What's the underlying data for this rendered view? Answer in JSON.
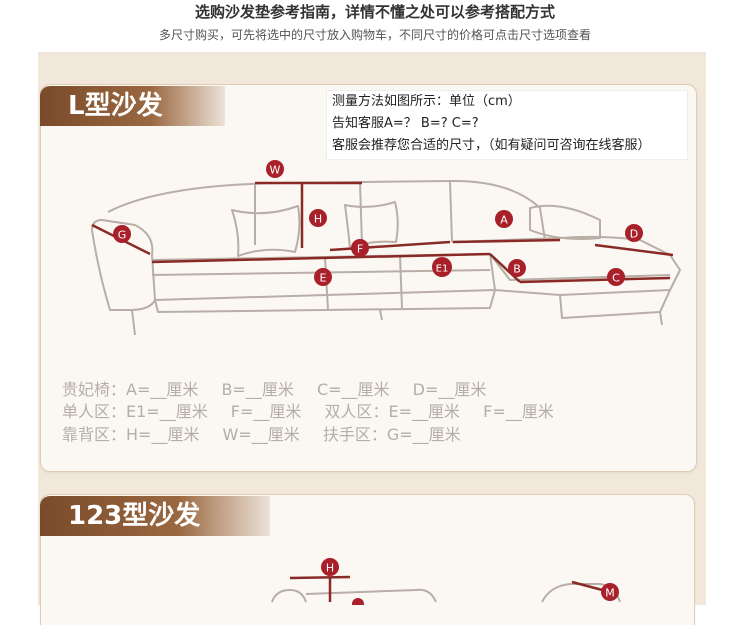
{
  "header": {
    "title": "选购沙发垫参考指南，详情不懂之处可以参考搭配方式",
    "subtitle": "多尺寸购买，可先将选中的尺寸放入购物车，不同尺寸的价格可点击尺寸选项查看"
  },
  "section_l": {
    "banner": "L型沙发",
    "instructions": [
      "测量方法如图所示：单位（cm）",
      "告知客服A=？ B=? C=?",
      "客服会推荐您合适的尺寸，（如有疑问可咨询在线客服）"
    ],
    "markers": [
      "W",
      "H",
      "G",
      "F",
      "E",
      "E1",
      "A",
      "B",
      "C",
      "D"
    ],
    "form_rows": [
      [
        "贵妃椅：A=__厘米",
        "B=__厘米",
        "C=__厘米",
        "D=__厘米"
      ],
      [
        "单人区：E1=__厘米",
        "F=__厘米",
        "双人区：E=__厘米",
        "F=__厘米"
      ],
      [
        "靠背区：H=__厘米",
        "W=__厘米",
        "扶手区：G=__厘米"
      ]
    ]
  },
  "section_123": {
    "banner": "123型沙发",
    "markers": [
      "H",
      "M"
    ]
  },
  "colors": {
    "marker_fill": "#a8202a",
    "banner_brown": "#7a4a2a",
    "background": "#f1e7da"
  }
}
